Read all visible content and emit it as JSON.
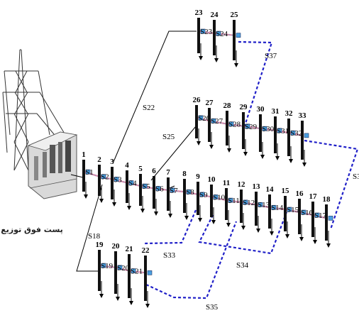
{
  "substation_label": "پست فوق توزیع",
  "buses": [
    {
      "n": "1",
      "s": "S1"
    },
    {
      "n": "2",
      "s": "S2"
    },
    {
      "n": "3",
      "s": "S3"
    },
    {
      "n": "4",
      "s": "S4"
    },
    {
      "n": "5",
      "s": "S5"
    },
    {
      "n": "6",
      "s": "S6"
    },
    {
      "n": "7",
      "s": "S7"
    },
    {
      "n": "8",
      "s": "S8"
    },
    {
      "n": "9",
      "s": "S9"
    },
    {
      "n": "10",
      "s": "S10"
    },
    {
      "n": "11",
      "s": "S11"
    },
    {
      "n": "12",
      "s": "S12"
    },
    {
      "n": "13",
      "s": "S13"
    },
    {
      "n": "14",
      "s": "S14"
    },
    {
      "n": "15",
      "s": "S15"
    },
    {
      "n": "16",
      "s": "S16"
    },
    {
      "n": "17",
      "s": "S17"
    },
    {
      "n": "18",
      "s": ""
    },
    {
      "n": "19",
      "s": "S19"
    },
    {
      "n": "20",
      "s": "S20"
    },
    {
      "n": "21",
      "s": "S21"
    },
    {
      "n": "22",
      "s": ""
    },
    {
      "n": "23",
      "s": "S23"
    },
    {
      "n": "24",
      "s": "S24"
    },
    {
      "n": "25",
      "s": ""
    },
    {
      "n": "26",
      "s": "S26"
    },
    {
      "n": "27",
      "s": "S27"
    },
    {
      "n": "28",
      "s": "S28"
    },
    {
      "n": "29",
      "s": "S29"
    },
    {
      "n": "30",
      "s": "S30"
    },
    {
      "n": "31",
      "s": "S31"
    },
    {
      "n": "32",
      "s": "S32"
    },
    {
      "n": "33",
      "s": ""
    }
  ],
  "line_labels": {
    "s18": "S18",
    "s22": "S22",
    "s25": "S25",
    "s33": "S33",
    "s34": "S34",
    "s35": "S35",
    "s36": "S3",
    "s37": "S37"
  }
}
